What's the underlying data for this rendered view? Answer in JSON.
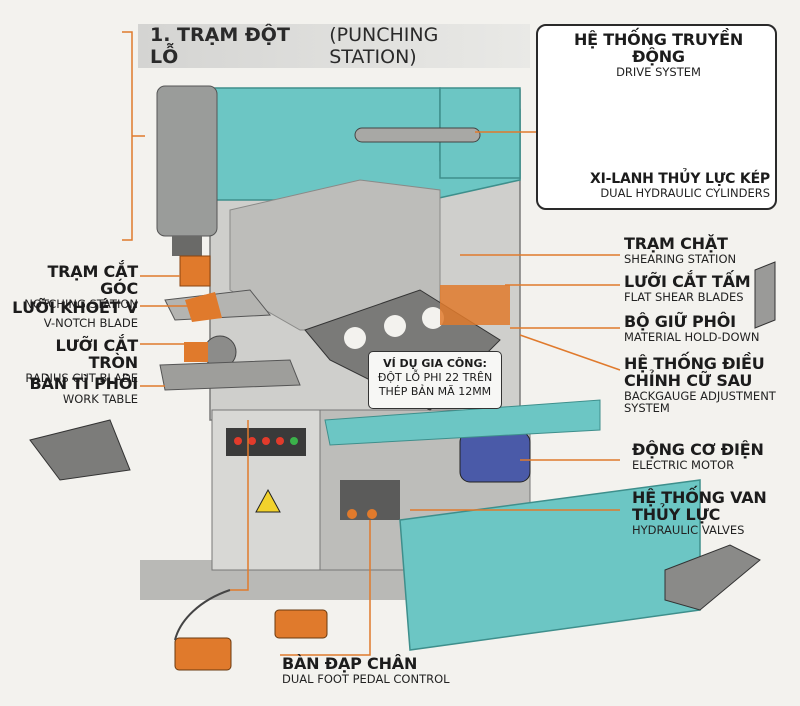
{
  "title": {
    "number": "1. TRẠM ĐỘT LỖ",
    "english": "(PUNCHING STATION)"
  },
  "labels": {
    "drive": {
      "vi": "HỆ THỐNG TRUYỀN ĐỘNG",
      "en": "DRIVE SYSTEM"
    },
    "cylinder": {
      "vi": "XI-LANH THỦY LỰC KÉP",
      "en": "DUAL HYDRAULIC CYLINDERS"
    },
    "notching": {
      "vi": "TRẠM CẮT GÓC",
      "en": "NOTCHING STATION"
    },
    "vnotch": {
      "vi": "LƯỠI KHOÉT V",
      "en": "V-NOTCH BLADE"
    },
    "radius": {
      "vi": "LƯỠI CẮT TRÒN",
      "en": "RADIUS CUT BLADE"
    },
    "worktable": {
      "vi": "BÀN TÌ PHÔI",
      "en": "WORK TABLE"
    },
    "shearing": {
      "vi": "TRẠM CHẶT",
      "en": "SHEARING STATION"
    },
    "flatshear": {
      "vi": "LƯỠI CẮT TẤM",
      "en": "FLAT SHEAR BLADES"
    },
    "holddown": {
      "vi": "BỘ GIỮ PHÔI",
      "en": "MATERIAL HOLD-DOWN"
    },
    "backgauge": {
      "vi1": "HỆ THỐNG ĐIỀU",
      "vi2": "CHỈNH CỮ SAU",
      "en1": "BACKGAUGE ADJUSTMENT",
      "en2": "SYSTEM"
    },
    "motor": {
      "vi": "ĐỘNG CƠ ĐIỆN",
      "en": "ELECTRIC MOTOR"
    },
    "valves": {
      "vi1": "HỆ THỐNG VAN",
      "vi2": "THỦY LỰC",
      "en": "HYDRAULIC VALVES"
    },
    "pedal": {
      "vi": "BÀN ĐẠP CHÂN",
      "en": "DUAL FOOT PEDAL CONTROL"
    }
  },
  "example": {
    "title": "VÍ DỤ GIA CÔNG:",
    "line1": "ĐỘT LỖ PHI 22 TRÊN",
    "line2": "THÉP BẢN MÃ 12MM"
  },
  "colors": {
    "teal": "#6cc6c4",
    "steel": "#c9c9c6",
    "orange": "#e07a2c",
    "leader": "#e07a2c"
  }
}
